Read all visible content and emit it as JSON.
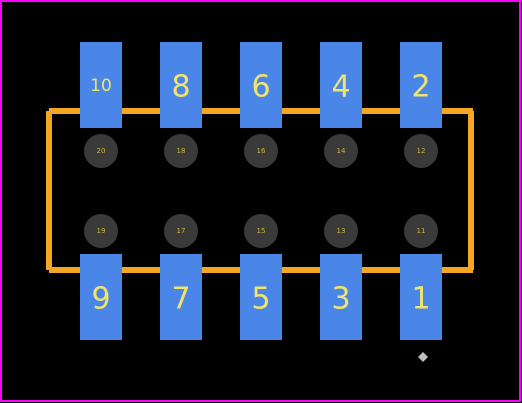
{
  "colors": {
    "background": "#000000",
    "courtyard": "#ff00ff",
    "silkscreen": "#f5a623",
    "silkscreen_edge": "#d6b98a",
    "pad": "#4a86e8",
    "pad_label": "#f2e46a",
    "hole": "#3a3a3a",
    "hole_label": "#c6b93c",
    "origin_marker": "#bdbdbd"
  },
  "top_pads": [
    {
      "label": "10"
    },
    {
      "label": "8"
    },
    {
      "label": "6"
    },
    {
      "label": "4"
    },
    {
      "label": "2"
    }
  ],
  "bottom_pads": [
    {
      "label": "9"
    },
    {
      "label": "7"
    },
    {
      "label": "5"
    },
    {
      "label": "3"
    },
    {
      "label": "1"
    }
  ],
  "upper_holes": [
    {
      "label": "20"
    },
    {
      "label": "18"
    },
    {
      "label": "16"
    },
    {
      "label": "14"
    },
    {
      "label": "12"
    }
  ],
  "lower_holes": [
    {
      "label": "19"
    },
    {
      "label": "17"
    },
    {
      "label": "15"
    },
    {
      "label": "13"
    },
    {
      "label": "11"
    }
  ]
}
